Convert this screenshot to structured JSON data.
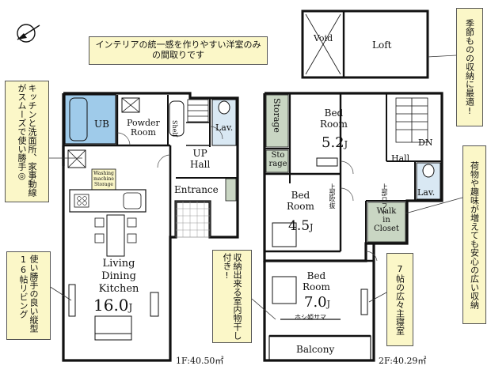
{
  "notes": {
    "interior": "インテリアの統一感を作りやすい洋室のみの間取りです",
    "kitchen": "キッチンと洗面所、家事動線がスムーズで使い勝手◎",
    "living": "使い勝手の良い縦型16帖リビング",
    "storage_wide": "収納出来る室内物干し付き!",
    "seasonal": "季節ものの収納に最適!",
    "hobby": "荷物や趣味が増えても安心の広い収納",
    "master": "7帖の広々主寝室"
  },
  "floor1": {
    "ub": "UB",
    "powder_room": [
      "Powder",
      "Room"
    ],
    "shelf": "Shelf",
    "lav": "Lav.",
    "up_hall": [
      "UP",
      "Hall"
    ],
    "entrance": "Entrance",
    "washer": [
      "Washing",
      "machine",
      "Storage"
    ],
    "living": [
      "Living",
      "Dining",
      "Kitchen"
    ],
    "living_size": "16.0",
    "size_unit": "J",
    "area": "1F:40.50㎡"
  },
  "floor2": {
    "void": "Void",
    "loft": "Loft",
    "storage": "Storage",
    "sto_rage": [
      "Sto",
      "rage"
    ],
    "bed1": [
      "Bed",
      "Room"
    ],
    "bed1_size": "5.2",
    "bed2": [
      "Bed",
      "Room"
    ],
    "bed2_size": "4.5",
    "bed3": [
      "Bed",
      "Room"
    ],
    "bed3_size": "7.0",
    "unit": "J",
    "hall": "Hall",
    "dn": "DN",
    "lav": "Lav.",
    "walk_in": [
      "Walk",
      "in",
      "Closet"
    ],
    "balcony": "Balcony",
    "hoshi": "ホシ姫サマ",
    "fukinuke": "上部吹抜",
    "loft_up": "上部ロフト",
    "area": "2F:40.29㎡"
  },
  "colors": {
    "note_bg": "#fbf7c8",
    "bath": "#9fcbea",
    "storage": "#c9d6c3",
    "wall": "#111111"
  },
  "compass": "N"
}
